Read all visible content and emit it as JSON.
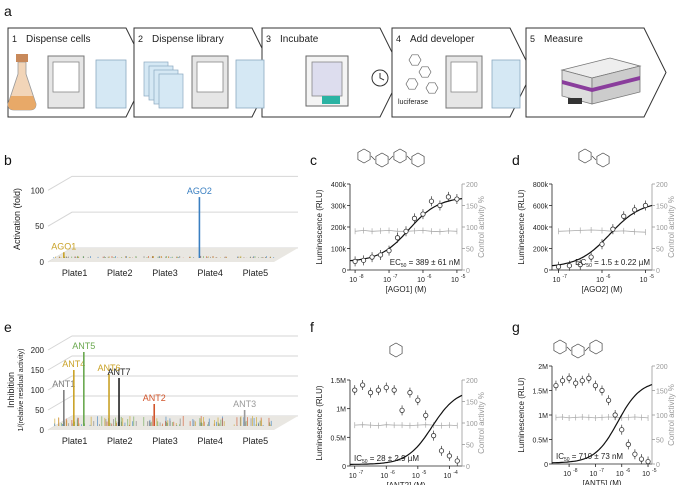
{
  "panel_labels": {
    "a": "a",
    "b": "b",
    "c": "c",
    "d": "d",
    "e": "e",
    "f": "f",
    "g": "g"
  },
  "workflow": {
    "steps": [
      {
        "num": "1",
        "label": "Dispense cells"
      },
      {
        "num": "2",
        "label": "Dispense library"
      },
      {
        "num": "3",
        "label": "Incubate"
      },
      {
        "num": "4",
        "label": "Add developer"
      },
      {
        "num": "5",
        "label": "Measure"
      }
    ],
    "luciferase_label": "luciferase"
  },
  "chart_data": [
    {
      "panel": "b",
      "type": "bar",
      "ylabel": "Activation (fold)",
      "yticks": [
        "0",
        "50",
        "100"
      ],
      "ylim": [
        0,
        120
      ],
      "categories": [
        "Plate1",
        "Plate2",
        "Plate3",
        "Plate4",
        "Plate5"
      ],
      "annotations": [
        {
          "text": "AGO1",
          "plate": "Plate1",
          "value": 8,
          "color": "#c9a227"
        },
        {
          "text": "AGO2",
          "plate": "Plate4",
          "value": 85,
          "color": "#3a7fc1"
        }
      ]
    },
    {
      "panel": "c",
      "type": "scatter",
      "ylabel": "Luminescence (RLU)",
      "y2label": "Control activity %",
      "xlabel": "[AGO1] (M)",
      "yticks": [
        "0",
        "100k",
        "200k",
        "300k",
        "400k"
      ],
      "y2ticks": [
        "0",
        "50",
        "100",
        "150",
        "200"
      ],
      "xticks": [
        "10",
        "10",
        "10",
        "10"
      ],
      "xtick_exps": [
        "-8",
        "-7",
        "-6",
        "-5"
      ],
      "ylim": [
        0,
        400000
      ],
      "ec_prefix": "EC",
      "ec_sub": "50",
      "ec_value": " = 389 ± 61 nM",
      "x": [
        -8,
        -7.75,
        -7.5,
        -7.25,
        -7,
        -6.75,
        -6.5,
        -6.25,
        -6,
        -5.75,
        -5.5,
        -5.25,
        -5
      ],
      "y": [
        40000,
        45000,
        60000,
        70000,
        90000,
        150000,
        180000,
        240000,
        260000,
        320000,
        300000,
        340000,
        330000
      ],
      "control_y2": [
        90,
        92,
        90,
        91,
        92,
        90,
        90,
        91,
        92,
        90,
        89,
        91,
        90
      ]
    },
    {
      "panel": "d",
      "type": "scatter",
      "ylabel": "Luminescence (RLU)",
      "y2label": "Control activity %",
      "xlabel": "[AGO2] (M)",
      "yticks": [
        "0",
        "200k",
        "400k",
        "600k",
        "800k"
      ],
      "y2ticks": [
        "0",
        "50",
        "100",
        "150",
        "200"
      ],
      "xticks": [
        "10",
        "10",
        "10"
      ],
      "xtick_exps": [
        "-7",
        "-6",
        "-5"
      ],
      "ylim": [
        0,
        800000
      ],
      "ec_prefix": "EC",
      "ec_sub": "50",
      "ec_value": " = 1.5 ± 0.22 µM",
      "x": [
        -7,
        -6.75,
        -6.5,
        -6.25,
        -6,
        -5.75,
        -5.5,
        -5.25,
        -5
      ],
      "y": [
        30000,
        40000,
        50000,
        120000,
        240000,
        380000,
        500000,
        560000,
        600000
      ],
      "control_y2": [
        90,
        91,
        92,
        93,
        92,
        90,
        91,
        89,
        88
      ]
    },
    {
      "panel": "e",
      "type": "bar",
      "ylabel": "Inhibition",
      "ylabel2": "1/(relative residual activity)",
      "yticks": [
        "0",
        "50",
        "100",
        "150",
        "200"
      ],
      "ylim": [
        0,
        200
      ],
      "categories": [
        "Plate1",
        "Plate2",
        "Plate3",
        "Plate4",
        "Plate5"
      ],
      "annotations": [
        {
          "text": "ANT1",
          "plate": "Plate1",
          "value": 90,
          "color": "#7f7f7f"
        },
        {
          "text": "ANT4",
          "plate": "Plate1",
          "value": 140,
          "color": "#c9a227"
        },
        {
          "text": "ANT5",
          "plate": "Plate1",
          "value": 185,
          "color": "#6aa84f"
        },
        {
          "text": "ANT6",
          "plate": "Plate2",
          "value": 130,
          "color": "#c9a227"
        },
        {
          "text": "ANT7",
          "plate": "Plate2",
          "value": 120,
          "color": "#222222"
        },
        {
          "text": "ANT2",
          "plate": "Plate3",
          "value": 55,
          "color": "#d1542a"
        },
        {
          "text": "ANT3",
          "plate": "Plate5",
          "value": 40,
          "color": "#9a9a9a"
        }
      ]
    },
    {
      "panel": "f",
      "type": "scatter",
      "ylabel": "Luminescence (RLU)",
      "y2label": "Control activity %",
      "xlabel": "[ANT2] (M)",
      "yticks": [
        "0",
        "0.5M",
        "1M",
        "1.5M"
      ],
      "y2ticks": [
        "0",
        "50",
        "100",
        "150",
        "200"
      ],
      "xticks": [
        "10",
        "10",
        "10",
        "10",
        "10"
      ],
      "xtick_exps": [
        "-7",
        "-6",
        "-5",
        "-4",
        ""
      ],
      "ylim": [
        0,
        1700000
      ],
      "ic_prefix": "IC",
      "ic_sub": "50",
      "ic_value": " = 28 ± 2.9 µM",
      "x": [
        -7,
        -6.75,
        -6.5,
        -6.25,
        -6,
        -5.75,
        -5.5,
        -5.25,
        -5,
        -4.75,
        -4.5,
        -4.25,
        -4,
        -3.75
      ],
      "y": [
        1500000,
        1600000,
        1450000,
        1500000,
        1550000,
        1500000,
        1100000,
        1450000,
        1300000,
        1000000,
        600000,
        300000,
        200000,
        100000
      ],
      "control_y2": [
        95,
        96,
        95,
        94,
        96,
        95,
        95,
        94,
        95,
        96,
        95,
        94,
        95,
        94
      ]
    },
    {
      "panel": "g",
      "type": "scatter",
      "ylabel": "Luminescence (RLU)",
      "y2label": "Control activity %",
      "xlabel": "[ANT5] (M)",
      "yticks": [
        "0",
        "0.5M",
        "1M",
        "1.5M",
        "2M"
      ],
      "y2ticks": [
        "0",
        "50",
        "100",
        "150",
        "200"
      ],
      "xticks": [
        "10",
        "10",
        "10",
        "10"
      ],
      "xtick_exps": [
        "-8",
        "-7",
        "-6",
        "-5"
      ],
      "ylim": [
        0,
        2000000
      ],
      "ic_prefix": "IC",
      "ic_sub": "50",
      "ic_value": " = 710 ± 73 nM",
      "x": [
        -8.5,
        -8.25,
        -8,
        -7.75,
        -7.5,
        -7.25,
        -7,
        -6.75,
        -6.5,
        -6.25,
        -6,
        -5.75,
        -5.5,
        -5.25,
        -5
      ],
      "y": [
        1600000,
        1700000,
        1750000,
        1650000,
        1700000,
        1750000,
        1600000,
        1500000,
        1300000,
        1000000,
        700000,
        400000,
        200000,
        100000,
        50000
      ],
      "control_y2": [
        95,
        96,
        94,
        95,
        96,
        95,
        94,
        95,
        96,
        95,
        94,
        95,
        96,
        95,
        94
      ]
    }
  ]
}
